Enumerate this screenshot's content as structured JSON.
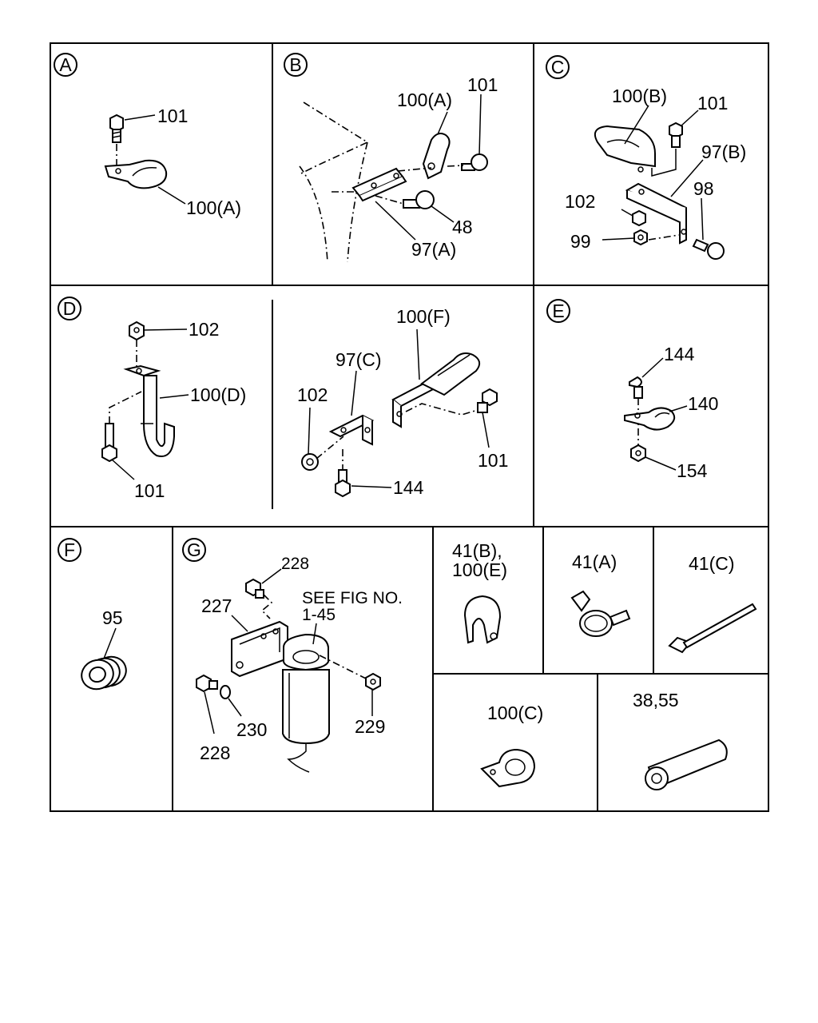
{
  "panels": [
    {
      "id": "A",
      "letter": "A",
      "callouts": [
        "101",
        "100(A)"
      ]
    },
    {
      "id": "B",
      "letter": "B",
      "callouts": [
        "100(A)",
        "101",
        "48",
        "97(A)"
      ]
    },
    {
      "id": "C",
      "letter": "C",
      "callouts": [
        "100(B)",
        "101",
        "97(B)",
        "98",
        "102",
        "99"
      ]
    },
    {
      "id": "D",
      "letter": "D",
      "callouts": [
        "102",
        "100(D)",
        "101"
      ]
    },
    {
      "id": "D2",
      "letter": "",
      "callouts": [
        "100(F)",
        "97(C)",
        "102",
        "101",
        "144"
      ]
    },
    {
      "id": "E",
      "letter": "E",
      "callouts": [
        "144",
        "140",
        "154"
      ]
    },
    {
      "id": "F",
      "letter": "F",
      "callouts": [
        "95"
      ]
    },
    {
      "id": "G",
      "letter": "G",
      "callouts": [
        "228",
        "227",
        "SEE FIG NO.",
        "1-45",
        "230",
        "228",
        "229"
      ]
    },
    {
      "id": "H1",
      "letter": "",
      "callouts": [
        "41(B),",
        "100(E)"
      ]
    },
    {
      "id": "H2",
      "letter": "",
      "callouts": [
        "41(A)"
      ]
    },
    {
      "id": "H3",
      "letter": "",
      "callouts": [
        "41(C)"
      ]
    },
    {
      "id": "H4",
      "letter": "",
      "callouts": [
        "100(C)"
      ]
    },
    {
      "id": "H5",
      "letter": "",
      "callouts": [
        "38,55"
      ]
    }
  ]
}
